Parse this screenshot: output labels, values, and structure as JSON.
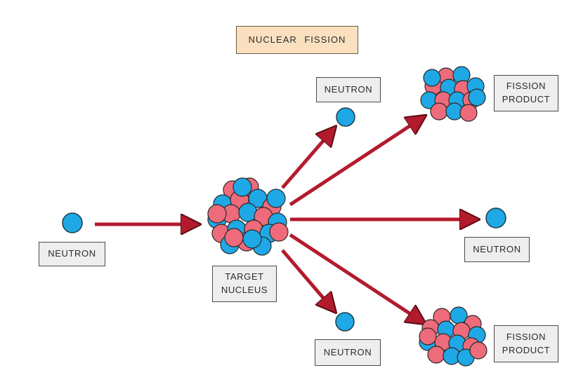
{
  "title": "NUCLEAR  FISSION",
  "labels": {
    "incoming_neutron": "NEUTRON",
    "target_nucleus": "TARGET\nNUCLEUS",
    "neutron_top": "NEUTRON",
    "neutron_right": "NEUTRON",
    "neutron_bottom": "NEUTRON",
    "fission_product_top": "FISSION\nPRODUCT",
    "fission_product_bottom": "FISSION\nPRODUCT"
  },
  "colors": {
    "neutron": "#1fa8e6",
    "proton": "#ee6b7b",
    "arrow": "#b31b2d",
    "title_bg": "#fbe0c0",
    "label_bg": "#eeeeee"
  }
}
